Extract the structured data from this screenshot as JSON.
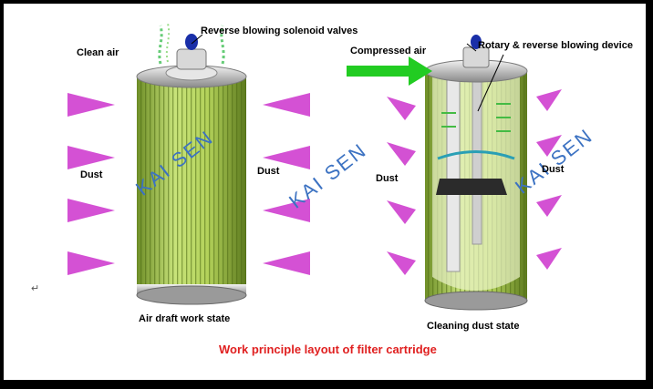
{
  "labels": {
    "clean_air": "Clean air",
    "reverse_valves": "Reverse blowing solenoid valves",
    "compressed_air": "Compressed air",
    "rotary_device": "Rotary & reverse blowing device",
    "dust_left_1": "Dust",
    "dust_left_2": "Dust",
    "dust_right_1": "Dust",
    "dust_right_2": "Dust",
    "air_draft_state": "Air draft work state",
    "cleaning_state": "Cleaning dust state",
    "caption": "Work principle layout of filter cartridge",
    "watermark_1": "KAI SEN",
    "watermark_2": "KAI SEN",
    "watermark_3": "KAI SEN",
    "stray_mark": "↵"
  },
  "colors": {
    "border": "#000000",
    "dust_arrow": "#cc33cc",
    "filter_green": "#a6c94a",
    "compressed_air_arrow": "#22cc22",
    "caption": "#e02020",
    "watermark": "#3c72c2",
    "valve_blue": "#1a2fa8"
  }
}
